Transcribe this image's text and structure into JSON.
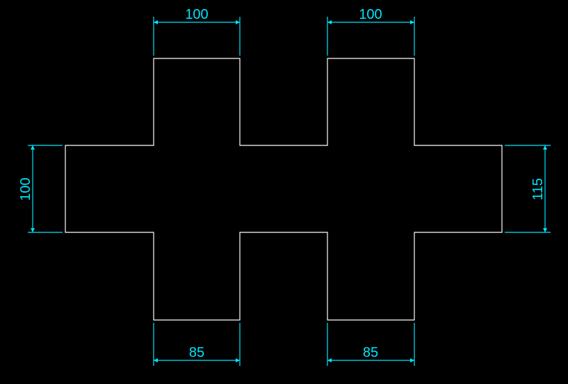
{
  "colors": {
    "background": "#000000",
    "outline": "#ffffff",
    "dimension": "#00e5ff"
  },
  "dimensions": {
    "top_left_width": "100",
    "top_right_width": "100",
    "bottom_left_width": "85",
    "bottom_right_width": "85",
    "left_height": "100",
    "right_height": "115"
  }
}
